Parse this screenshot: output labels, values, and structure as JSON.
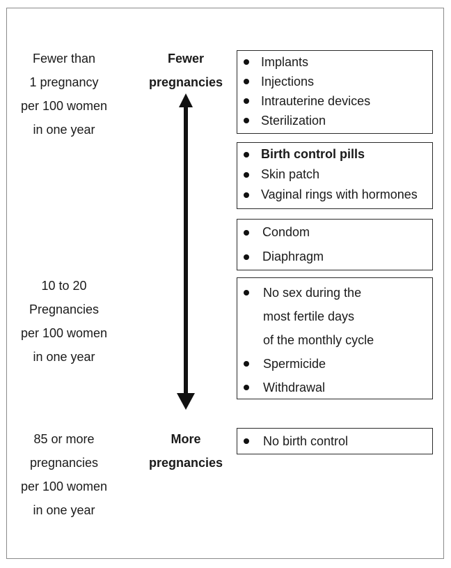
{
  "rate_labels": {
    "top": [
      "Fewer than",
      "1 pregnancy",
      "per 100 women",
      "in one year"
    ],
    "middle": [
      "10 to 20",
      "Pregnancies",
      "per 100 women",
      "in one year"
    ],
    "bottom": [
      "85 or more",
      "pregnancies",
      "per 100 women",
      "in one year"
    ]
  },
  "direction_labels": {
    "fewer": [
      "Fewer",
      "pregnancies"
    ],
    "more": [
      "More",
      "pregnancies"
    ]
  },
  "arrow_color": "#111111",
  "method_groups": [
    {
      "items": [
        {
          "text": "Implants",
          "bold": false
        },
        {
          "text": "Injections",
          "bold": false
        },
        {
          "text": "Intrauterine devices",
          "bold": false
        },
        {
          "text": "Sterilization",
          "bold": false
        }
      ]
    },
    {
      "items": [
        {
          "text": "Birth control pills",
          "bold": true
        },
        {
          "text": "Skin patch",
          "bold": false
        },
        {
          "text": "Vaginal rings with hormones",
          "bold": false
        }
      ]
    },
    {
      "items": [
        {
          "text": "Condom",
          "bold": false
        },
        {
          "text": "Diaphragm",
          "bold": false
        }
      ]
    },
    {
      "items": [
        {
          "text": "No sex during the",
          "bold": false,
          "continuation": false
        },
        {
          "text": "most fertile days",
          "bold": false,
          "continuation": true
        },
        {
          "text": "of the monthly cycle",
          "bold": false,
          "continuation": true
        },
        {
          "text": "Spermicide",
          "bold": false,
          "continuation": false
        },
        {
          "text": "Withdrawal",
          "bold": false,
          "continuation": false
        }
      ]
    },
    {
      "items": [
        {
          "text": "No birth control",
          "bold": false
        }
      ]
    }
  ]
}
